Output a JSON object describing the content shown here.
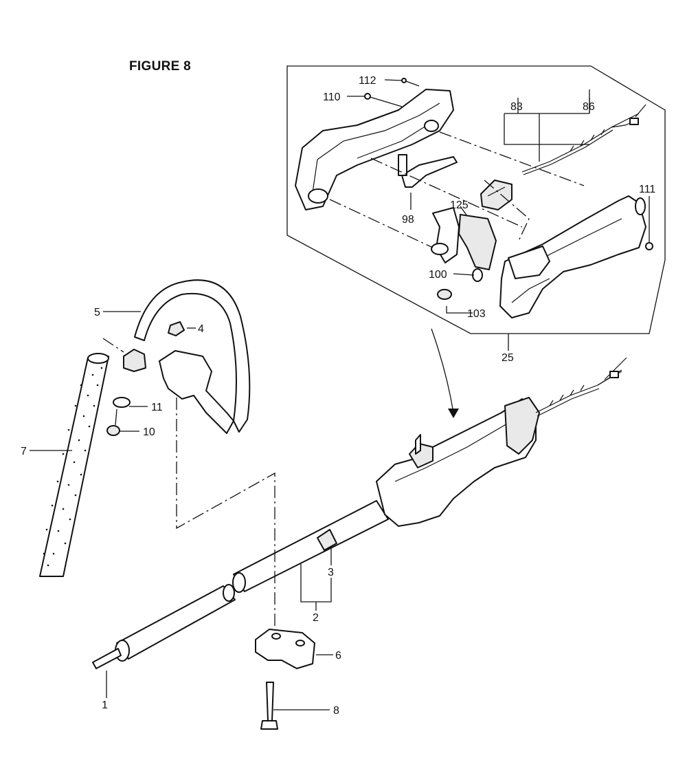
{
  "figure": {
    "title": "FIGURE 8"
  },
  "labels": {
    "p1": "1",
    "p2": "2",
    "p3": "3",
    "p4": "4",
    "p5": "5",
    "p6": "6",
    "p7": "7",
    "p8": "8",
    "p10": "10",
    "p11": "11",
    "p25": "25",
    "p83": "83",
    "p86": "86",
    "p98": "98",
    "p100": "100",
    "p103": "103",
    "p110": "110",
    "p111": "111",
    "p112": "112",
    "p125": "125"
  }
}
